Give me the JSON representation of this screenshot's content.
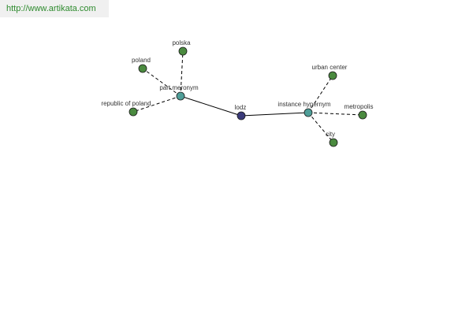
{
  "header": {
    "url": "http://www.artikata.com"
  },
  "graph": {
    "colors": {
      "center": "#3b3b7a",
      "relation": "#4f9e98",
      "term": "#4a8a3f",
      "edge": "#000000",
      "url_text": "#2e8b2e",
      "url_bg": "#f0f0f0"
    },
    "nodes": {
      "lodz": {
        "label": "lodz",
        "kind": "center"
      },
      "part_meronym": {
        "label": "part meronym",
        "kind": "relation"
      },
      "instance_hypernym": {
        "label": "instance hypernym",
        "kind": "relation"
      },
      "polska": {
        "label": "polska",
        "kind": "term"
      },
      "poland": {
        "label": "poland",
        "kind": "term"
      },
      "republic_of_poland": {
        "label": "republic of poland",
        "kind": "term"
      },
      "urban_center": {
        "label": "urban center",
        "kind": "term"
      },
      "metropolis": {
        "label": "metropolis",
        "kind": "term"
      },
      "city": {
        "label": "city",
        "kind": "term"
      }
    },
    "edges": [
      {
        "from": "lodz",
        "to": "part_meronym",
        "style": "solid"
      },
      {
        "from": "lodz",
        "to": "instance_hypernym",
        "style": "solid"
      },
      {
        "from": "part_meronym",
        "to": "polska",
        "style": "dashed"
      },
      {
        "from": "part_meronym",
        "to": "poland",
        "style": "dashed"
      },
      {
        "from": "part_meronym",
        "to": "republic_of_poland",
        "style": "dashed"
      },
      {
        "from": "instance_hypernym",
        "to": "urban_center",
        "style": "dashed"
      },
      {
        "from": "instance_hypernym",
        "to": "metropolis",
        "style": "dashed"
      },
      {
        "from": "instance_hypernym",
        "to": "city",
        "style": "dashed"
      }
    ]
  }
}
